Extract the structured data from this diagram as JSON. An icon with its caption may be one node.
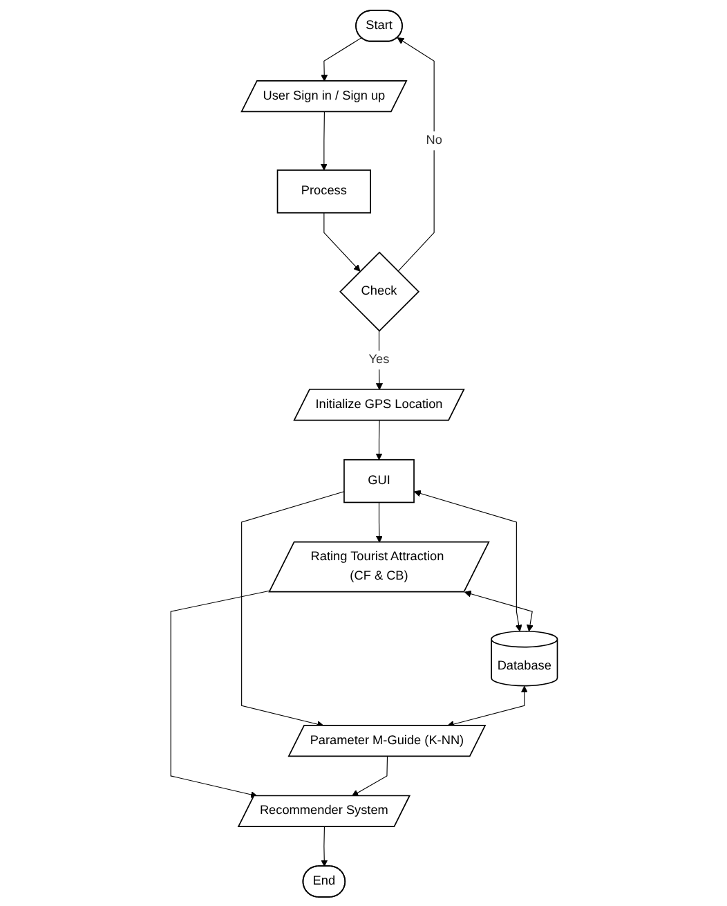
{
  "diagram": {
    "nodes": [
      {
        "text": [
          "Start"
        ]
      },
      {
        "text": [
          "User Sign in / Sign up"
        ]
      },
      {
        "text": [
          "Process"
        ]
      },
      {
        "text": [
          "Check"
        ]
      },
      {
        "text": [
          "Initialize GPS Location"
        ]
      },
      {
        "text": [
          "GUI"
        ]
      },
      {
        "text": [
          "Rating Tourist Attraction (CF & CB)"
        ]
      },
      {
        "text": [
          "Database"
        ]
      },
      {
        "text": [
          "Parameter M-Guide (K-NN)"
        ]
      },
      {
        "text": [
          "Recommender System"
        ]
      },
      {
        "text": [
          "End"
        ]
      }
    ],
    "edges": [
      {
        "from": 0,
        "to": 1,
        "arrow": "to"
      },
      {
        "from": 1,
        "to": 2,
        "arrow": "to"
      },
      {
        "from": 2,
        "to": 3,
        "arrow": "to"
      },
      {
        "from": 3,
        "to": 0,
        "arrow": "to",
        "label": "No"
      },
      {
        "from": 3,
        "to": 4,
        "arrow": "to",
        "label": "Yes"
      },
      {
        "from": 4,
        "to": 5,
        "arrow": "to"
      },
      {
        "from": 5,
        "to": 6,
        "arrow": "to"
      },
      {
        "from": 5,
        "to": 7,
        "arrow": "both"
      },
      {
        "from": 5,
        "to": 8,
        "arrow": "to"
      },
      {
        "from": 6,
        "to": 7,
        "arrow": "both"
      },
      {
        "from": 7,
        "to": 8,
        "arrow": "both"
      },
      {
        "from": 6,
        "to": 9,
        "arrow": "to"
      },
      {
        "from": 8,
        "to": 9,
        "arrow": "to"
      },
      {
        "from": 9,
        "to": 10,
        "arrow": "to"
      }
    ]
  }
}
